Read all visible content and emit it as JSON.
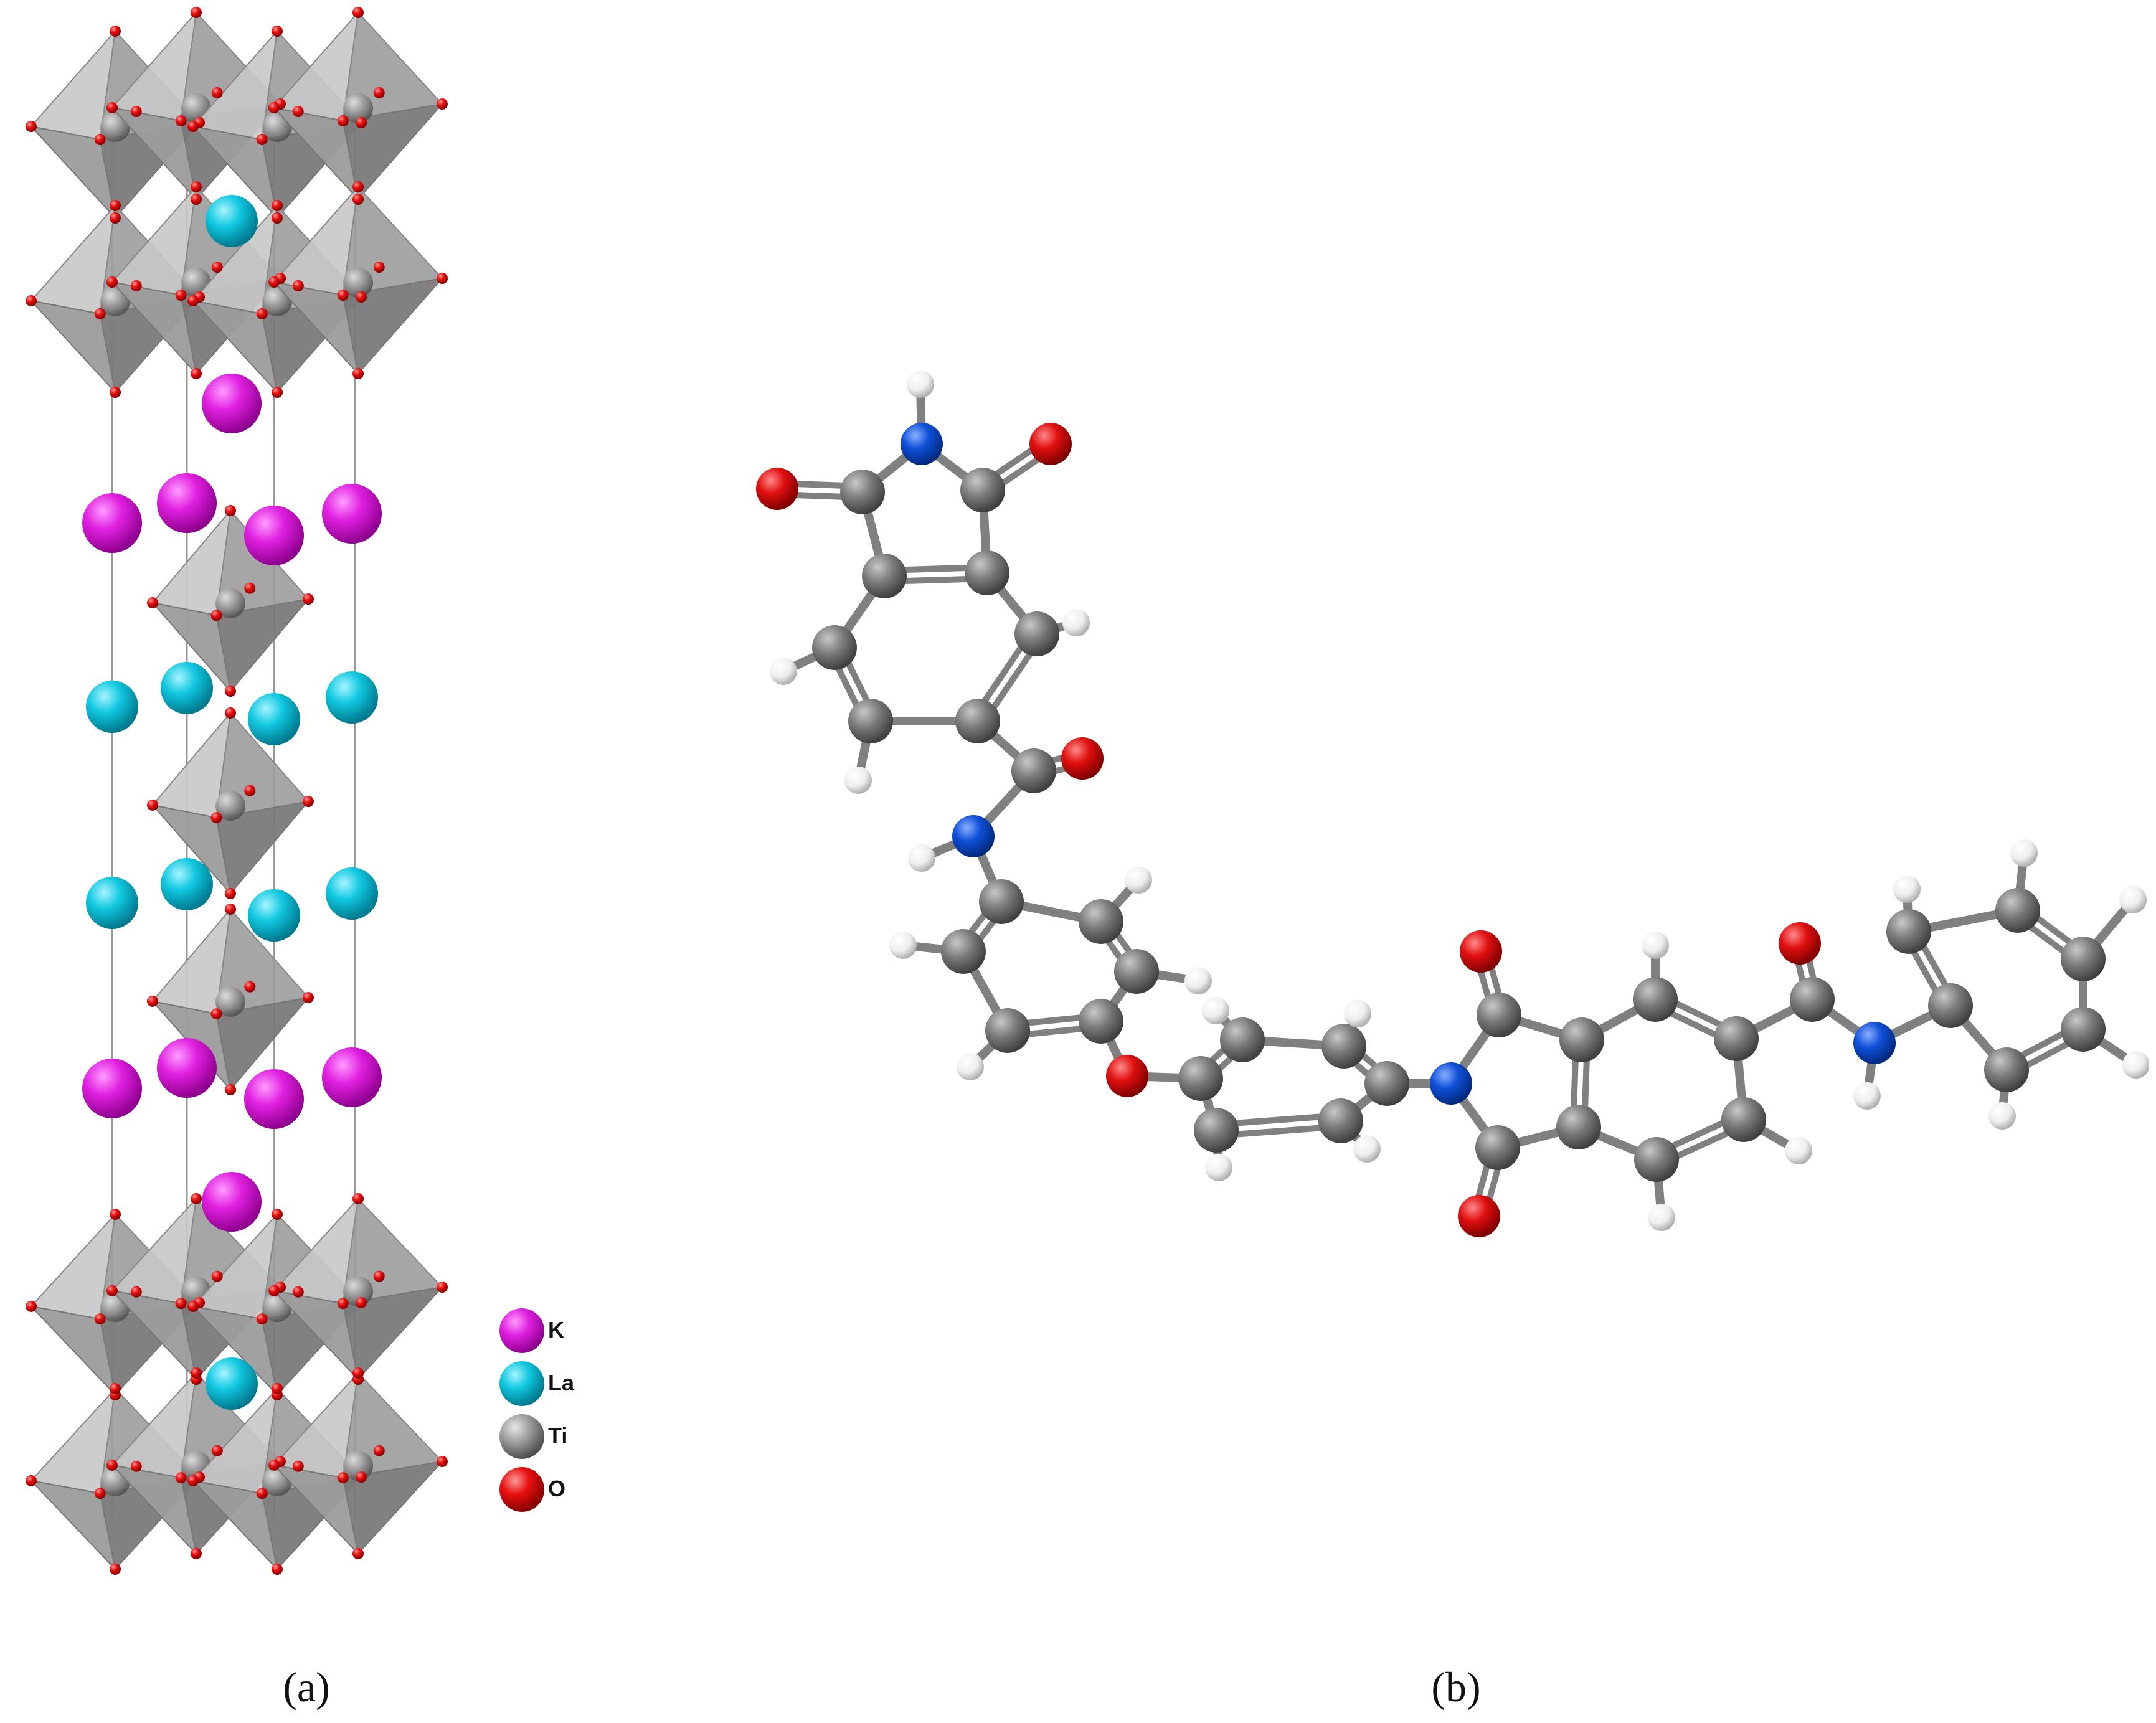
{
  "panel_a": {
    "caption": "(a)",
    "legend": [
      {
        "label": "K",
        "color": "#e020e0"
      },
      {
        "label": "La",
        "color": "#10c8e0"
      },
      {
        "label": "Ti",
        "color": "#8a8a8a"
      },
      {
        "label": "O",
        "color": "#e81010"
      }
    ],
    "colors": {
      "octahedron_dark": "#7a7a7a",
      "octahedron_mid": "#9c9c9c",
      "octahedron_light": "#c8c8c8",
      "cell_line": "#999999"
    }
  },
  "panel_b": {
    "caption": "(b)",
    "colors": {
      "carbon": "#7a7a7a",
      "oxygen": "#e01010",
      "nitrogen": "#1050d8",
      "hydrogen": "#f0f0f0",
      "bond": "#808080"
    }
  }
}
